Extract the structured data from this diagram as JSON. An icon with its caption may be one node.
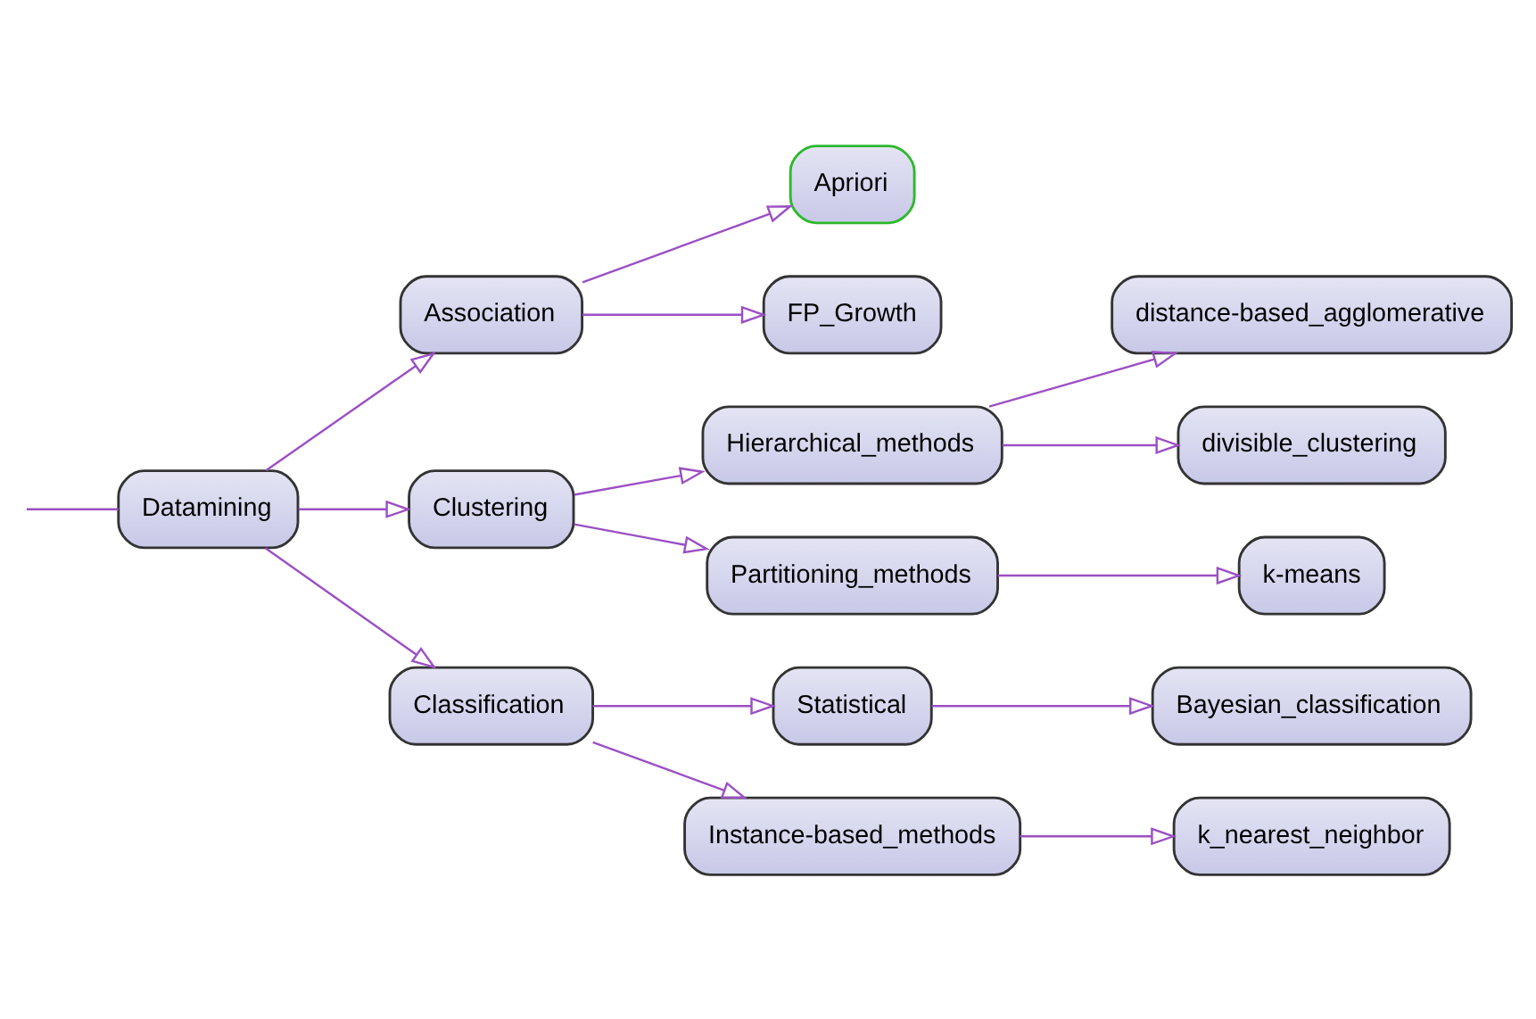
{
  "diagram": {
    "nodes": [
      {
        "text": [
          "Statistical"
        ]
      },
      {
        "text": [
          "k_nearest_neighbor"
        ]
      },
      {
        "text": [
          "Apriori"
        ]
      },
      {
        "text": [
          "Association"
        ]
      },
      {
        "text": [
          "FP_Growth"
        ]
      },
      {
        "text": [
          "Bayesian_classification"
        ]
      },
      {
        "text": [
          "Datamining"
        ]
      },
      {
        "text": [
          "Clustering"
        ]
      },
      {
        "text": [
          "Hierarchical_methods"
        ]
      },
      {
        "text": [
          "distance-based_agglomerative"
        ]
      },
      {
        "text": [
          "Classification"
        ]
      },
      {
        "text": [
          "Instance-based_methods"
        ]
      },
      {
        "text": [
          "k-means"
        ]
      },
      {
        "text": [
          "Partitioning_methods"
        ]
      },
      {
        "text": [
          "divisible_clustering"
        ]
      }
    ],
    "edges": [
      {
        "from": null,
        "to": 6,
        "arrow": "none"
      },
      {
        "from": 6,
        "to": 3,
        "arrow": "to"
      },
      {
        "from": 6,
        "to": 7,
        "arrow": "to"
      },
      {
        "from": 6,
        "to": 10,
        "arrow": "to"
      },
      {
        "from": 3,
        "to": 2,
        "arrow": "to"
      },
      {
        "from": 3,
        "to": 4,
        "arrow": "to"
      },
      {
        "from": 10,
        "to": 0,
        "arrow": "to"
      },
      {
        "from": 0,
        "to": 5,
        "arrow": "to"
      },
      {
        "from": 7,
        "to": 8,
        "arrow": "to"
      },
      {
        "from": 7,
        "to": 13,
        "arrow": "to"
      },
      {
        "from": 10,
        "to": 11,
        "arrow": "to"
      },
      {
        "from": 11,
        "to": 1,
        "arrow": "to"
      },
      {
        "from": 8,
        "to": 9,
        "arrow": "to"
      },
      {
        "from": 8,
        "to": 14,
        "arrow": "to"
      },
      {
        "from": 13,
        "to": 12,
        "arrow": "to"
      }
    ]
  }
}
